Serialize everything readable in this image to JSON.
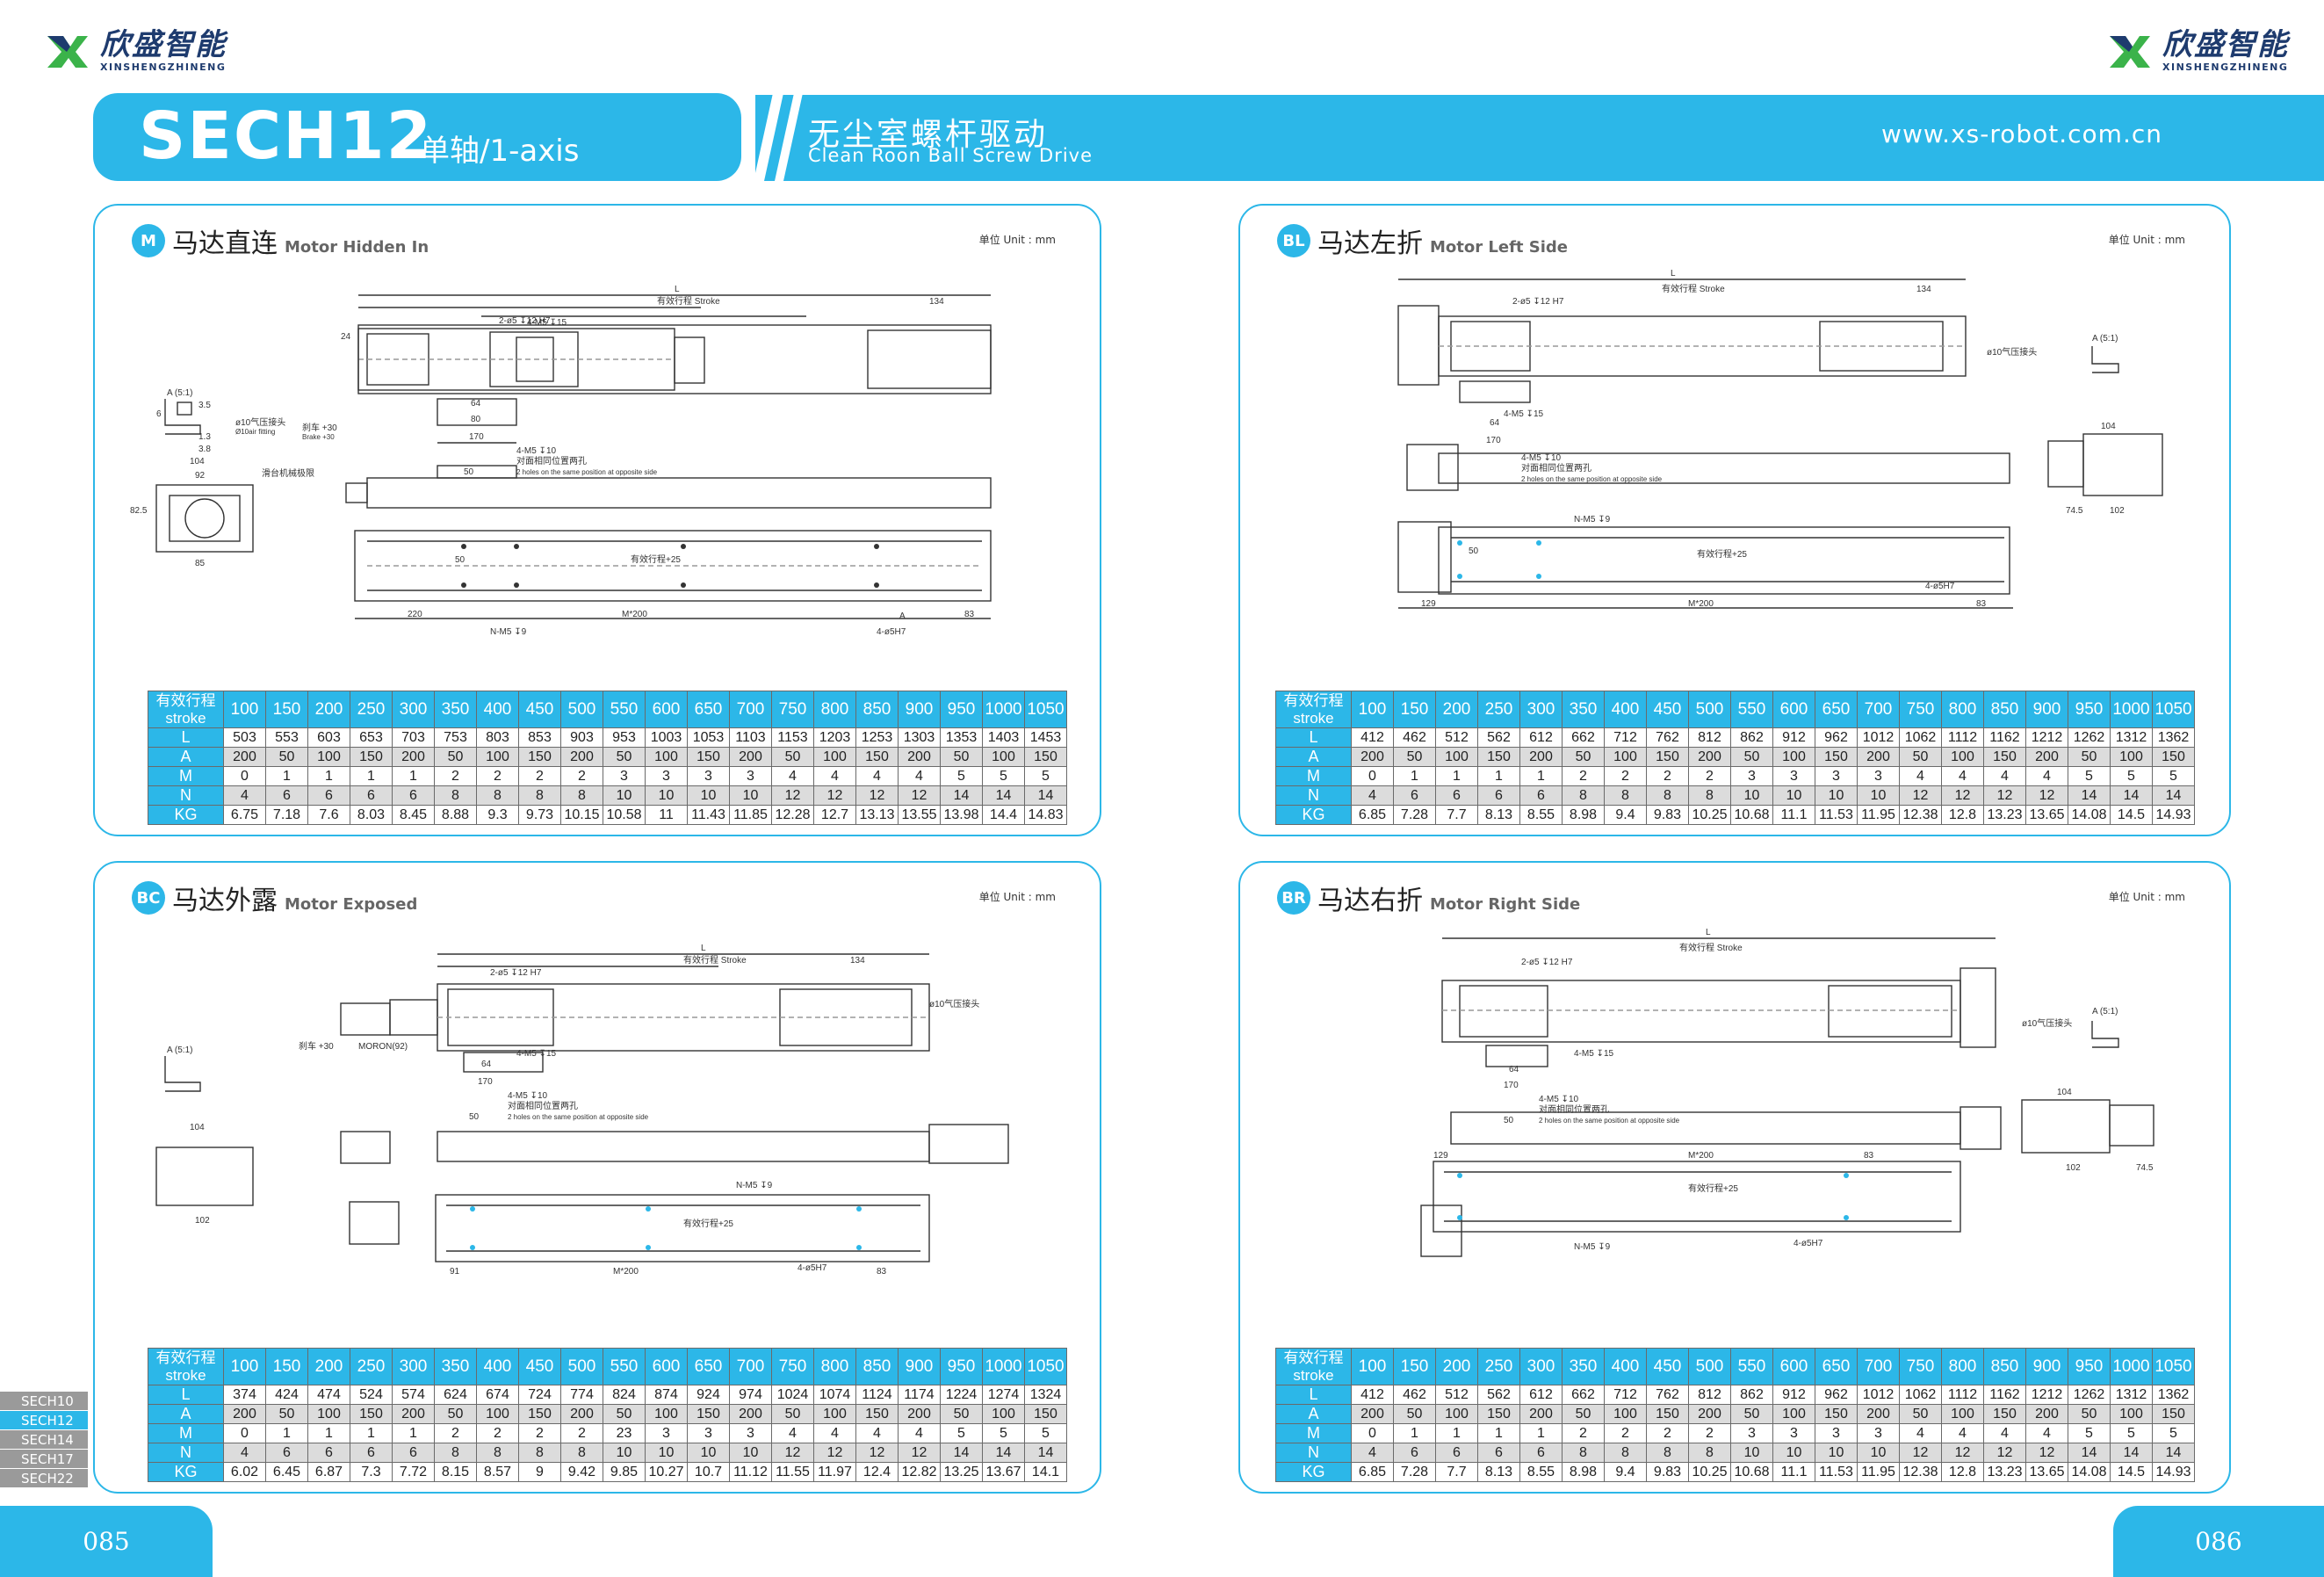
{
  "logo": {
    "name_cn": "欣盛智能",
    "name_en": "XINSHENGZHINENG"
  },
  "header": {
    "model": "SECH12",
    "axis": "单轴/1-axis",
    "title_cn": "无尘室螺杆驱动",
    "title_en": "Clean Roon  Ball Screw Drive",
    "website": "www.xs-robot.com.cn"
  },
  "unit_label": "单位 Unit : mm",
  "strokes": [
    "100",
    "150",
    "200",
    "250",
    "300",
    "350",
    "400",
    "450",
    "500",
    "550",
    "600",
    "650",
    "700",
    "750",
    "800",
    "850",
    "900",
    "950",
    "1000",
    "1050"
  ],
  "row_head": {
    "stroke_cn": "有效行程",
    "stroke_en": "stroke"
  },
  "drawing_labels": {
    "L": "L",
    "stroke": "有效行程 Stroke",
    "dim134": "134",
    "dim24": "24",
    "dim50": "50",
    "dim64": "64",
    "dim80": "80",
    "dim170": "170",
    "dim104": "104",
    "dim92": "92",
    "dim85": "85",
    "dim82_5": "82.5",
    "dim102": "102",
    "dim74_5": "74.5",
    "dim220": "220",
    "dim83": "83",
    "dim129": "129",
    "dim91": "91",
    "m200": "M*200",
    "n_m5": "N-M5 ↧9",
    "m5_4": "4-M5 ↧15",
    "m5_10": "4-M5 ↧10",
    "opp_cn": "对面相同位置两孔",
    "opp_en": "2 holes on the same position at opposite side",
    "hole": "2-ø5 ↧12 H7",
    "pin": "4-ø5H7",
    "a51": "A (5:1)",
    "a": "A",
    "d35": "3.5",
    "d13": "1.3",
    "d38": "3.8",
    "d6": "6",
    "fitting_cn": "ø10气压接头",
    "fitting_en": "Ø10air fitting",
    "brake": "刹车 +30",
    "brake_en": "Brake +30",
    "stroke25": "有效行程+25",
    "mech_cn": "滑台机械极限",
    "moron": "MORON(92)"
  },
  "panels": [
    {
      "badge": "M",
      "title_cn": "马达直连",
      "title_en": "Motor Hidden In",
      "rows": [
        {
          "label": "L",
          "values": [
            "503",
            "553",
            "603",
            "653",
            "703",
            "753",
            "803",
            "853",
            "903",
            "953",
            "1003",
            "1053",
            "1103",
            "1153",
            "1203",
            "1253",
            "1303",
            "1353",
            "1403",
            "1453"
          ]
        },
        {
          "label": "A",
          "values": [
            "200",
            "50",
            "100",
            "150",
            "200",
            "50",
            "100",
            "150",
            "200",
            "50",
            "100",
            "150",
            "200",
            "50",
            "100",
            "150",
            "200",
            "50",
            "100",
            "150"
          ]
        },
        {
          "label": "M",
          "values": [
            "0",
            "1",
            "1",
            "1",
            "1",
            "2",
            "2",
            "2",
            "2",
            "3",
            "3",
            "3",
            "3",
            "4",
            "4",
            "4",
            "4",
            "5",
            "5",
            "5"
          ]
        },
        {
          "label": "N",
          "values": [
            "4",
            "6",
            "6",
            "6",
            "6",
            "8",
            "8",
            "8",
            "8",
            "10",
            "10",
            "10",
            "10",
            "12",
            "12",
            "12",
            "12",
            "14",
            "14",
            "14"
          ]
        },
        {
          "label": "KG",
          "values": [
            "6.75",
            "7.18",
            "7.6",
            "8.03",
            "8.45",
            "8.88",
            "9.3",
            "9.73",
            "10.15",
            "10.58",
            "11",
            "11.43",
            "11.85",
            "12.28",
            "12.7",
            "13.13",
            "13.55",
            "13.98",
            "14.4",
            "14.83"
          ]
        }
      ]
    },
    {
      "badge": "BL",
      "title_cn": "马达左折",
      "title_en": "Motor Left  Side",
      "rows": [
        {
          "label": "L",
          "values": [
            "412",
            "462",
            "512",
            "562",
            "612",
            "662",
            "712",
            "762",
            "812",
            "862",
            "912",
            "962",
            "1012",
            "1062",
            "1112",
            "1162",
            "1212",
            "1262",
            "1312",
            "1362"
          ]
        },
        {
          "label": "A",
          "values": [
            "200",
            "50",
            "100",
            "150",
            "200",
            "50",
            "100",
            "150",
            "200",
            "50",
            "100",
            "150",
            "200",
            "50",
            "100",
            "150",
            "200",
            "50",
            "100",
            "150"
          ]
        },
        {
          "label": "M",
          "values": [
            "0",
            "1",
            "1",
            "1",
            "1",
            "2",
            "2",
            "2",
            "2",
            "3",
            "3",
            "3",
            "3",
            "4",
            "4",
            "4",
            "4",
            "5",
            "5",
            "5"
          ]
        },
        {
          "label": "N",
          "values": [
            "4",
            "6",
            "6",
            "6",
            "6",
            "8",
            "8",
            "8",
            "8",
            "10",
            "10",
            "10",
            "10",
            "12",
            "12",
            "12",
            "12",
            "14",
            "14",
            "14"
          ]
        },
        {
          "label": "KG",
          "values": [
            "6.85",
            "7.28",
            "7.7",
            "8.13",
            "8.55",
            "8.98",
            "9.4",
            "9.83",
            "10.25",
            "10.68",
            "11.1",
            "11.53",
            "11.95",
            "12.38",
            "12.8",
            "13.23",
            "13.65",
            "14.08",
            "14.5",
            "14.93"
          ]
        }
      ]
    },
    {
      "badge": "BC",
      "title_cn": "马达外露",
      "title_en": "Motor Exposed",
      "rows": [
        {
          "label": "L",
          "values": [
            "374",
            "424",
            "474",
            "524",
            "574",
            "624",
            "674",
            "724",
            "774",
            "824",
            "874",
            "924",
            "974",
            "1024",
            "1074",
            "1124",
            "1174",
            "1224",
            "1274",
            "1324"
          ]
        },
        {
          "label": "A",
          "values": [
            "200",
            "50",
            "100",
            "150",
            "200",
            "50",
            "100",
            "150",
            "200",
            "50",
            "100",
            "150",
            "200",
            "50",
            "100",
            "150",
            "200",
            "50",
            "100",
            "150"
          ]
        },
        {
          "label": "M",
          "values": [
            "0",
            "1",
            "1",
            "1",
            "1",
            "2",
            "2",
            "2",
            "2",
            "23",
            "3",
            "3",
            "3",
            "4",
            "4",
            "4",
            "4",
            "5",
            "5",
            "5"
          ]
        },
        {
          "label": "N",
          "values": [
            "4",
            "6",
            "6",
            "6",
            "6",
            "8",
            "8",
            "8",
            "8",
            "10",
            "10",
            "10",
            "10",
            "12",
            "12",
            "12",
            "12",
            "14",
            "14",
            "14"
          ]
        },
        {
          "label": "KG",
          "values": [
            "6.02",
            "6.45",
            "6.87",
            "7.3",
            "7.72",
            "8.15",
            "8.57",
            "9",
            "9.42",
            "9.85",
            "10.27",
            "10.7",
            "11.12",
            "11.55",
            "11.97",
            "12.4",
            "12.82",
            "13.25",
            "13.67",
            "14.1"
          ]
        }
      ]
    },
    {
      "badge": "BR",
      "title_cn": "马达右折",
      "title_en": "Motor Right  Side",
      "rows": [
        {
          "label": "L",
          "values": [
            "412",
            "462",
            "512",
            "562",
            "612",
            "662",
            "712",
            "762",
            "812",
            "862",
            "912",
            "962",
            "1012",
            "1062",
            "1112",
            "1162",
            "1212",
            "1262",
            "1312",
            "1362"
          ]
        },
        {
          "label": "A",
          "values": [
            "200",
            "50",
            "100",
            "150",
            "200",
            "50",
            "100",
            "150",
            "200",
            "50",
            "100",
            "150",
            "200",
            "50",
            "100",
            "150",
            "200",
            "50",
            "100",
            "150"
          ]
        },
        {
          "label": "M",
          "values": [
            "0",
            "1",
            "1",
            "1",
            "1",
            "2",
            "2",
            "2",
            "2",
            "3",
            "3",
            "3",
            "3",
            "4",
            "4",
            "4",
            "4",
            "5",
            "5",
            "5"
          ]
        },
        {
          "label": "N",
          "values": [
            "4",
            "6",
            "6",
            "6",
            "6",
            "8",
            "8",
            "8",
            "8",
            "10",
            "10",
            "10",
            "10",
            "12",
            "12",
            "12",
            "12",
            "14",
            "14",
            "14"
          ]
        },
        {
          "label": "KG",
          "values": [
            "6.85",
            "7.28",
            "7.7",
            "8.13",
            "8.55",
            "8.98",
            "9.4",
            "9.83",
            "10.25",
            "10.68",
            "11.1",
            "11.53",
            "11.95",
            "12.38",
            "12.8",
            "13.23",
            "13.65",
            "14.08",
            "14.5",
            "14.93"
          ]
        }
      ]
    }
  ],
  "side_tabs": [
    "SECH10",
    "SECH12",
    "SECH14",
    "SECH17",
    "SECH22"
  ],
  "active_tab": "SECH12",
  "pages": {
    "left": "085",
    "right": "086"
  },
  "colors": {
    "accent": "#2cb7e8",
    "brand_green": "#3bb34a",
    "brand_navy": "#1e3b6e"
  }
}
